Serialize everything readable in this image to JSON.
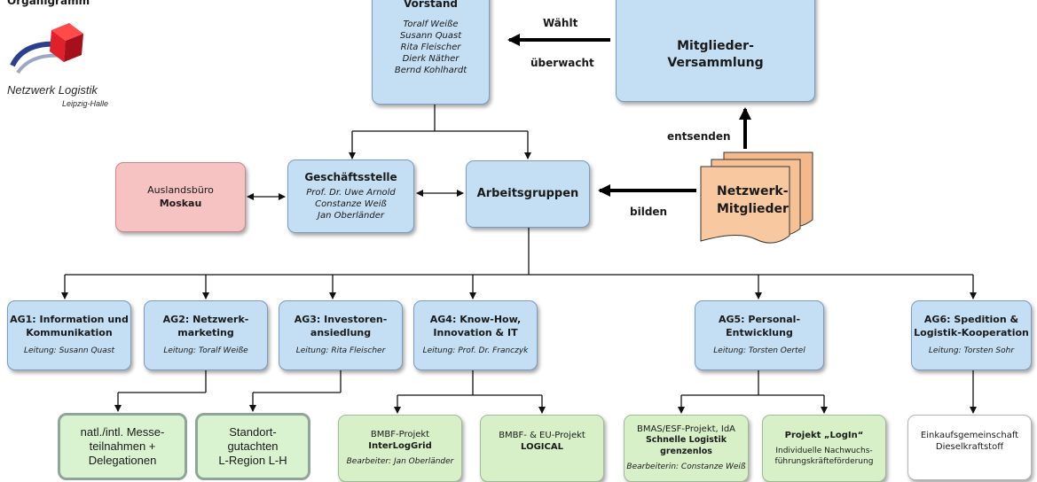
{
  "header": {
    "title": "Organigramm"
  },
  "logo": {
    "line1": "Netzwerk Logistik",
    "line2": "Leipzig-Halle",
    "colors": {
      "red": "#e0202a",
      "blue": "#2a3f8f"
    }
  },
  "vorstand": {
    "title": "Vorstand",
    "members": [
      "Toralf Weiße",
      "Susann Quast",
      "Rita Fleischer",
      "Dierk Näther",
      "Bernd Kohlhardt"
    ]
  },
  "mitgliederversammlung": {
    "line1": "Mitglieder-",
    "line2": "Versammlung"
  },
  "edges": {
    "waehlt": "Wählt",
    "ueberwacht": "überwacht",
    "entsenden": "entsenden",
    "bilden": "bilden"
  },
  "geschaeftsstelle": {
    "title": "Geschäftsstelle",
    "members": [
      "Prof. Dr. Uwe Arnold",
      "Constanze Weiß",
      "Jan Oberländer"
    ]
  },
  "auslandsbuero": {
    "line1": "Auslandsbüro",
    "line2": "Moskau"
  },
  "arbeitsgruppen": {
    "title": "Arbeitsgruppen"
  },
  "netzwerkmitglieder": {
    "line1": "Netzwerk-",
    "line2": "Mitglieder"
  },
  "ags": [
    {
      "line1": "AG1: Information und",
      "line2": "Kommunikation",
      "lead": "Leitung: Susann Quast"
    },
    {
      "line1": "AG2: Netzwerk-",
      "line2": "marketing",
      "lead": "Leitung: Toralf Weiße"
    },
    {
      "line1": "AG3: Investoren-",
      "line2": "ansiedlung",
      "lead": "Leitung: Rita Fleischer"
    },
    {
      "line1": "AG4: Know-How,",
      "line2": "Innovation & IT",
      "lead": "Leitung: Prof. Dr. Franczyk"
    },
    {
      "line1": "AG5: Personal-",
      "line2": "Entwicklung",
      "lead": "Leitung: Torsten Oertel"
    },
    {
      "line1": "AG6: Spedition &",
      "line2": "Logistik-Kooperation",
      "lead": "Leitung: Torsten Sohr"
    }
  ],
  "projects": {
    "messe": {
      "line1": "natl./intl. Messe-",
      "line2": "teilnahmen +",
      "line3": "Delegationen"
    },
    "standort": {
      "line1": "Standort-",
      "line2": "gutachten",
      "line3": "L-Region L-H"
    },
    "interloggrid": {
      "line1": "BMBF-Projekt",
      "line2": "InterLogGrid",
      "line3": "Bearbeiter: Jan Oberländer"
    },
    "logical": {
      "line1": "BMBF- & EU-Projekt",
      "line2": "LOGICAL"
    },
    "schnelle": {
      "line1": "BMAS/ESF-Projekt, IdA",
      "line2": "Schnelle Logistik grenzenlos",
      "line3": "Bearbeiterin: Constanze Weiß"
    },
    "login": {
      "line1": "Projekt „LogIn“",
      "line2": "Individuelle Nachwuchs-",
      "line3": "führungskräfteförderung"
    },
    "einkauf": {
      "line1": "Einkaufsgemeinschaft",
      "line2": "Dieselkraftstoff"
    }
  }
}
